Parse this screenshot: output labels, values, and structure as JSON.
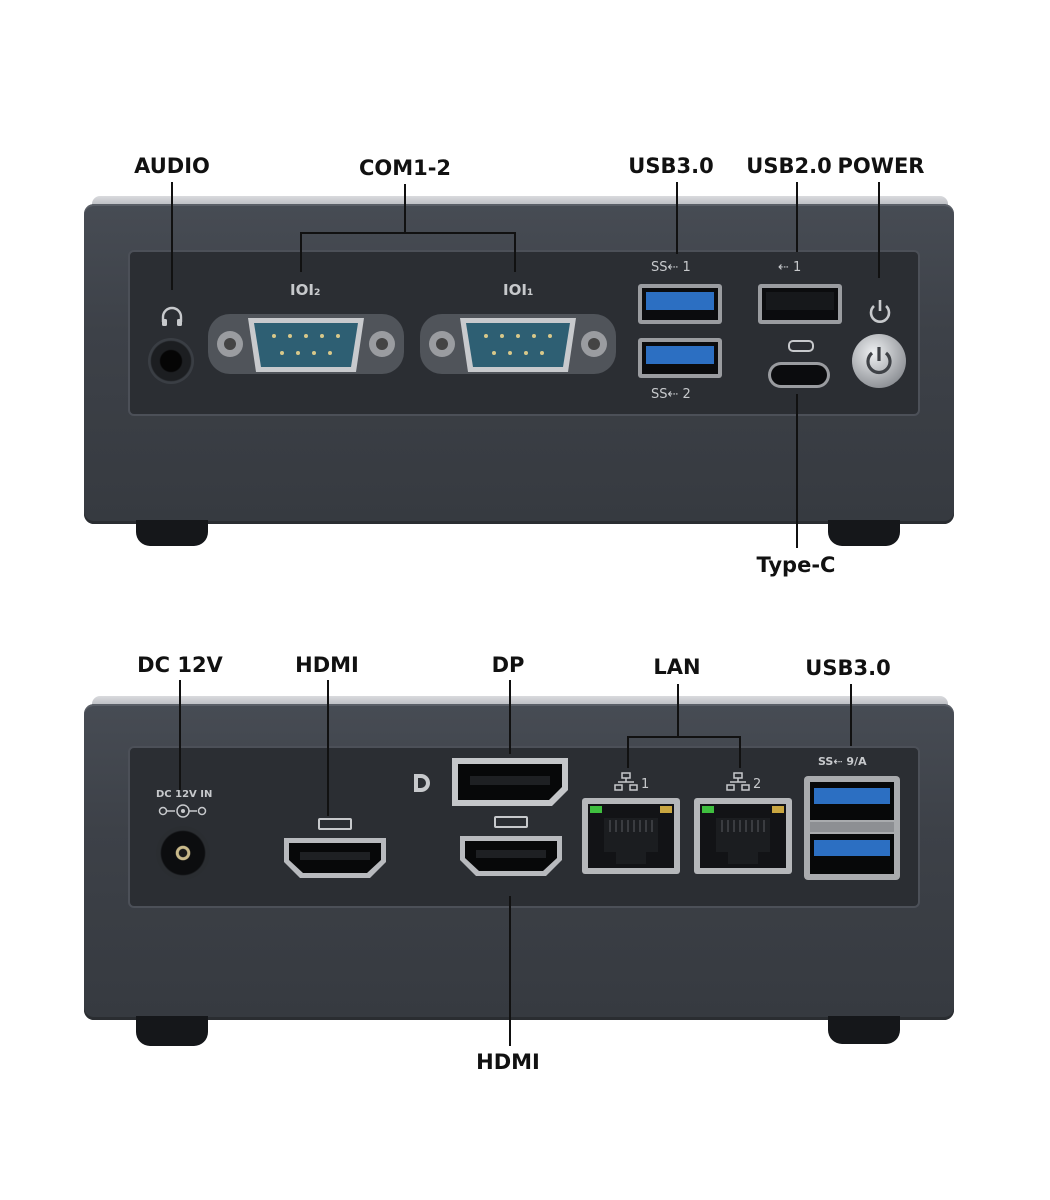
{
  "front": {
    "labels": {
      "audio": "AUDIO",
      "com": "COM1-2",
      "usb3": "USB3.0",
      "usb2": "USB2.0",
      "power": "POWER",
      "typec": "Type-C"
    },
    "port_marks": {
      "com2": "IOI₂",
      "com1": "IOI₁",
      "usb3_top": "SS⇠ 1",
      "usb3_bottom": "SS⇠ 2",
      "usb2": "⇠ 1"
    }
  },
  "rear": {
    "labels": {
      "dc": "DC 12V",
      "hdmi_top": "HDMI",
      "dp": "DP",
      "lan": "LAN",
      "usb3": "USB3.0",
      "hdmi_bottom": "HDMI"
    },
    "port_marks": {
      "dc_in": "DC 12V IN",
      "lan1": "1",
      "lan2": "2",
      "usb3": "SS⇠ 9/A"
    }
  },
  "colors": {
    "chassis": "#3d4148",
    "panel": "#2b2e33",
    "usb3_blue": "#2c6fc2",
    "db9_blue": "#2e5f73",
    "label": "#111111"
  },
  "icons": [
    "headphone-icon",
    "power-icon",
    "usb-icon",
    "displayport-icon",
    "network-icon",
    "hdmi-icon"
  ]
}
